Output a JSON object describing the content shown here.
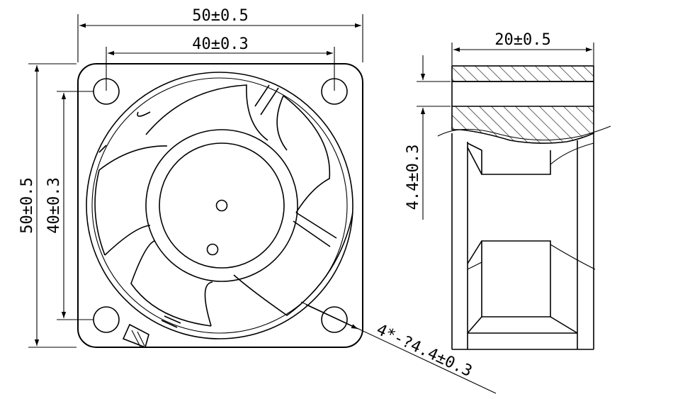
{
  "dimensions": {
    "front_width_outer": "50±0.5",
    "front_width_inner": "40±0.3",
    "front_height_outer": "50±0.5",
    "front_height_inner": "40±0.3",
    "side_depth": "20±0.5",
    "side_flange": "4.4±0.3",
    "mounting_holes": "4*-?4.4±0.3"
  },
  "colors": {
    "line": "#000000",
    "background": "#ffffff"
  }
}
